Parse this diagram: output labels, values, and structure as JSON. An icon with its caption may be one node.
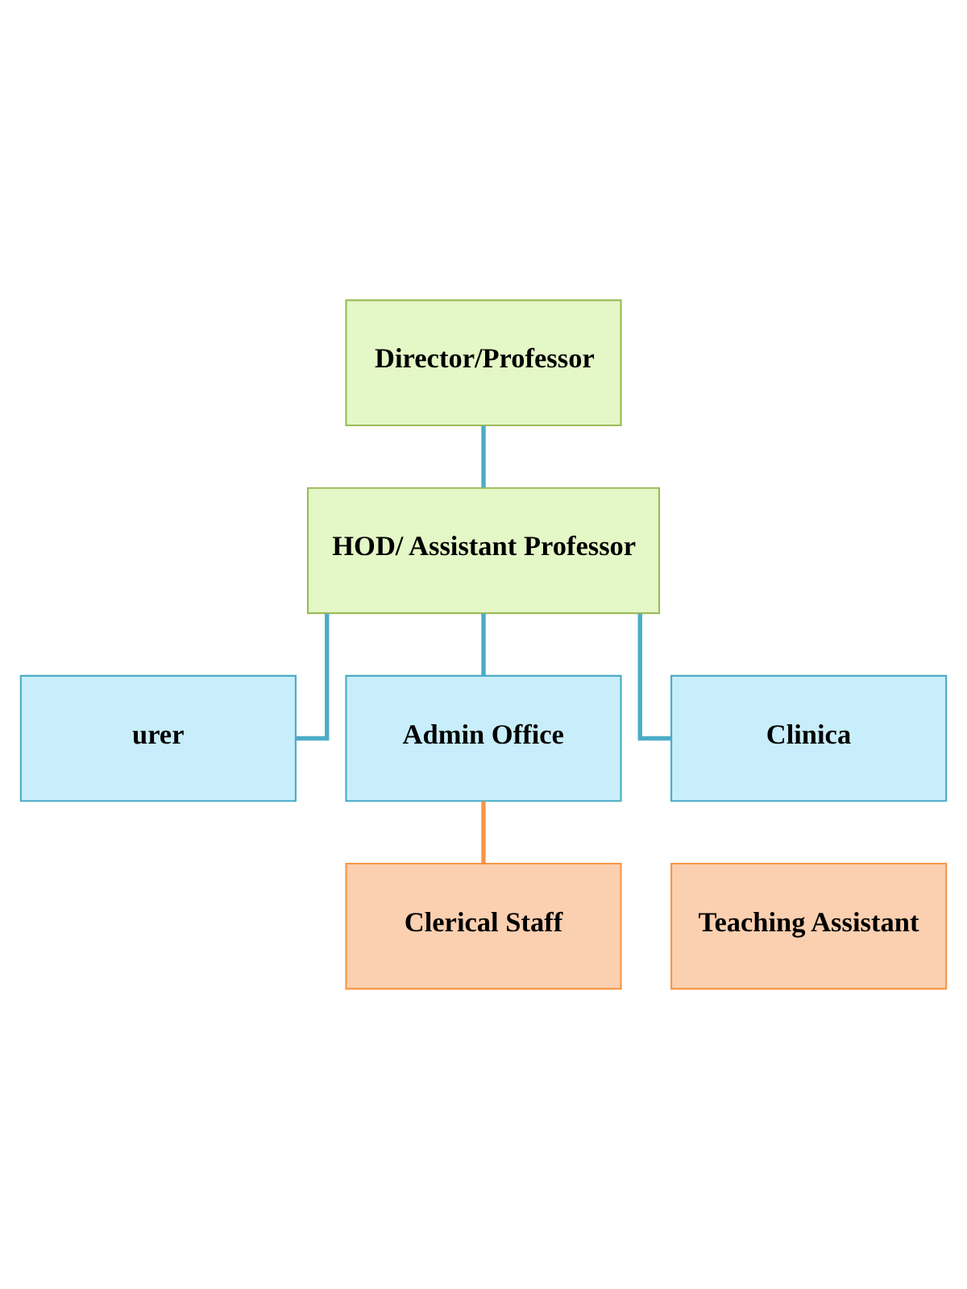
{
  "diagram": {
    "nodes": [
      {
        "text": [
          "Director/Professor"
        ]
      },
      {
        "text": [
          "HOD/ Assistant Professor"
        ]
      },
      {
        "text": [
          "urer"
        ]
      },
      {
        "text": [
          "Admin Office"
        ]
      },
      {
        "text": [
          "Clinica"
        ]
      },
      {
        "text": [
          "Teaching Assistant"
        ]
      },
      {
        "text": [
          "Clerical Staff"
        ]
      }
    ],
    "edges": [
      {
        "from": 0,
        "to": 1,
        "arrow": "none"
      },
      {
        "from": 1,
        "to": 2,
        "arrow": "none"
      },
      {
        "from": 1,
        "to": 3,
        "arrow": "none"
      },
      {
        "from": 1,
        "to": 4,
        "arrow": "none"
      },
      {
        "from": 3,
        "to": 6,
        "arrow": "none",
        "color": "#f79646"
      }
    ]
  }
}
